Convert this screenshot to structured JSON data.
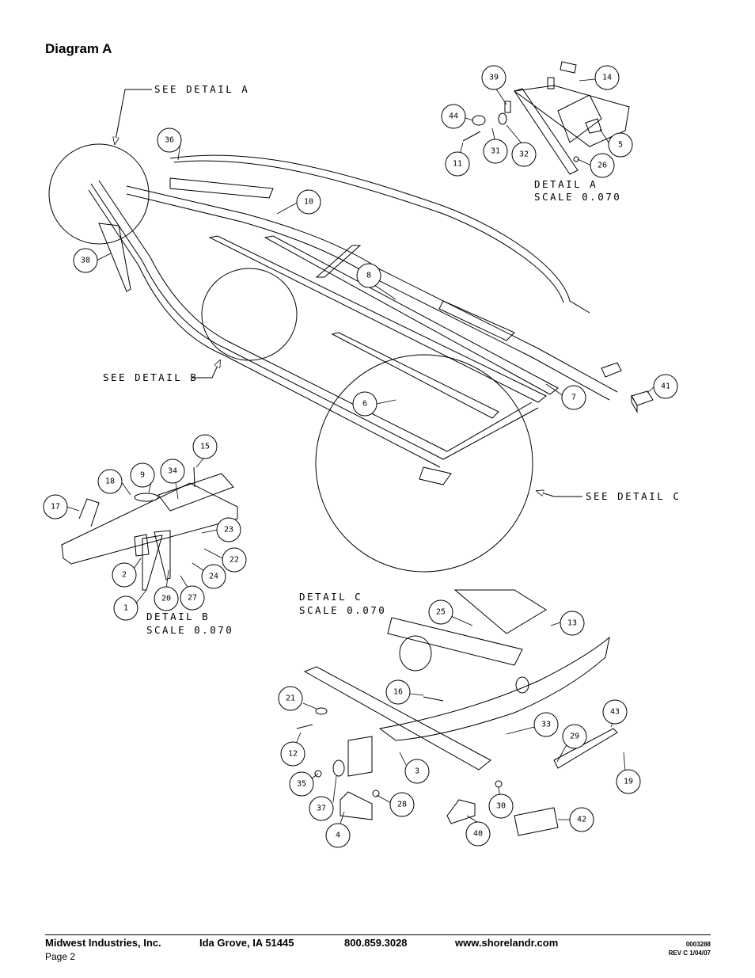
{
  "page": {
    "title": "Diagram A"
  },
  "labels": {
    "see_detail_a": "SEE DETAIL  A",
    "see_detail_b": "SEE DETAIL  B",
    "see_detail_c": "SEE DETAIL  C",
    "detail_a_title": "DETAIL  A",
    "detail_a_scale": "SCALE  0.070",
    "detail_b_title": "DETAIL  B",
    "detail_b_scale": "SCALE  0.070",
    "detail_c_title": "DETAIL  C",
    "detail_c_scale": "SCALE  0.070"
  },
  "callouts": [
    "39",
    "14",
    "44",
    "31",
    "32",
    "5",
    "11",
    "26",
    "36",
    "10",
    "38",
    "8",
    "7",
    "41",
    "6",
    "15",
    "18",
    "9",
    "34",
    "17",
    "23",
    "22",
    "2",
    "24",
    "1",
    "20",
    "27",
    "25",
    "13",
    "16",
    "21",
    "33",
    "43",
    "29",
    "12",
    "3",
    "35",
    "37",
    "28",
    "30",
    "19",
    "4",
    "40",
    "42"
  ],
  "footer": {
    "company": "Midwest Industries, Inc.",
    "city": "Ida Grove, IA  51445",
    "phone": "800.859.3028",
    "website": "www.shorelandr.com",
    "page": "Page 2",
    "doc_number": "0003288",
    "revision": "REV  C  1/04/07"
  }
}
